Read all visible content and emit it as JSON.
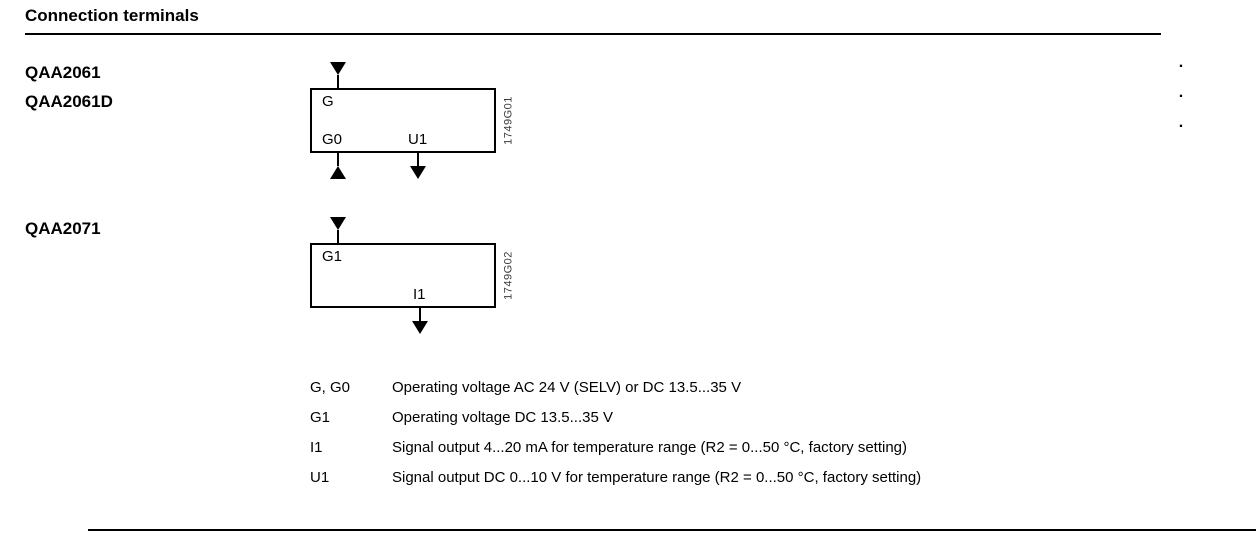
{
  "header": {
    "title": "Connection terminals"
  },
  "diagrams": [
    {
      "models": [
        "QAA2061",
        "QAA2061D"
      ],
      "figure_id": "1749G01",
      "top_terminal": "G",
      "bottom_terminals": [
        "G0",
        "U1"
      ]
    },
    {
      "models": [
        "QAA2071"
      ],
      "figure_id": "1749G02",
      "top_terminal": "G1",
      "bottom_terminals": [
        "I1"
      ]
    }
  ],
  "legend": {
    "rows": [
      {
        "term": "G, G0",
        "description": "Operating voltage AC 24 V (SELV) or DC 13.5...35 V"
      },
      {
        "term": "G1",
        "description": "Operating voltage DC 13.5...35 V"
      },
      {
        "term": "I1",
        "description": "Signal output 4...20 mA for temperature range (R2 = 0...50 °C, factory setting)"
      },
      {
        "term": "U1",
        "description": "Signal output DC 0...10 V for temperature range (R2 = 0...50 °C, factory setting)"
      }
    ]
  },
  "margin_markers": [
    ".",
    ".",
    "."
  ]
}
